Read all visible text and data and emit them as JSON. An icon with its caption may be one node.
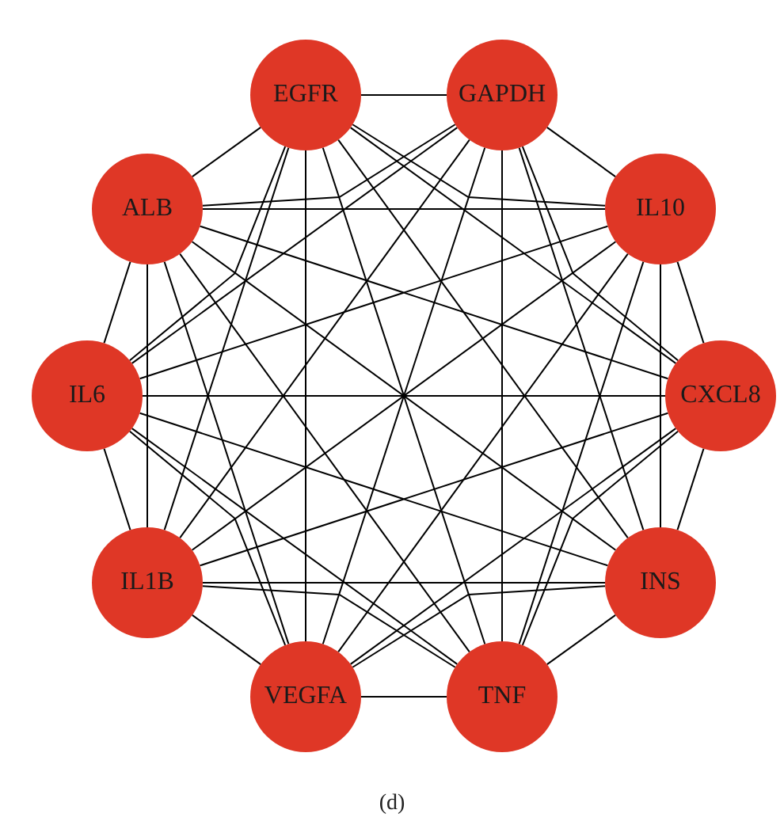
{
  "diagram": {
    "caption": "(d)",
    "nodes": [
      {
        "text": [
          "EGFR"
        ]
      },
      {
        "text": [
          "GAPDH"
        ]
      },
      {
        "text": [
          "ALB"
        ]
      },
      {
        "text": [
          "IL10"
        ]
      },
      {
        "text": [
          "IL6"
        ]
      },
      {
        "text": [
          "CXCL8"
        ]
      },
      {
        "text": [
          "IL1B"
        ]
      },
      {
        "text": [
          "INS"
        ]
      },
      {
        "text": [
          "VEGFA"
        ]
      },
      {
        "text": [
          "TNF"
        ]
      }
    ],
    "edges": [
      {
        "from": 0,
        "to": 1,
        "arrow": "none"
      },
      {
        "from": 0,
        "to": 2,
        "arrow": "none"
      },
      {
        "from": 0,
        "to": 3,
        "arrow": "none"
      },
      {
        "from": 0,
        "to": 4,
        "arrow": "none"
      },
      {
        "from": 0,
        "to": 5,
        "arrow": "none"
      },
      {
        "from": 0,
        "to": 6,
        "arrow": "none"
      },
      {
        "from": 0,
        "to": 7,
        "arrow": "none"
      },
      {
        "from": 0,
        "to": 8,
        "arrow": "none"
      },
      {
        "from": 0,
        "to": 9,
        "arrow": "none"
      },
      {
        "from": 1,
        "to": 2,
        "arrow": "none"
      },
      {
        "from": 1,
        "to": 3,
        "arrow": "none"
      },
      {
        "from": 1,
        "to": 4,
        "arrow": "none"
      },
      {
        "from": 1,
        "to": 5,
        "arrow": "none"
      },
      {
        "from": 1,
        "to": 6,
        "arrow": "none"
      },
      {
        "from": 1,
        "to": 7,
        "arrow": "none"
      },
      {
        "from": 1,
        "to": 8,
        "arrow": "none"
      },
      {
        "from": 1,
        "to": 9,
        "arrow": "none"
      },
      {
        "from": 2,
        "to": 3,
        "arrow": "none"
      },
      {
        "from": 2,
        "to": 4,
        "arrow": "none"
      },
      {
        "from": 2,
        "to": 5,
        "arrow": "none"
      },
      {
        "from": 2,
        "to": 6,
        "arrow": "none"
      },
      {
        "from": 2,
        "to": 7,
        "arrow": "none"
      },
      {
        "from": 2,
        "to": 8,
        "arrow": "none"
      },
      {
        "from": 2,
        "to": 9,
        "arrow": "none"
      },
      {
        "from": 3,
        "to": 4,
        "arrow": "none"
      },
      {
        "from": 3,
        "to": 5,
        "arrow": "none"
      },
      {
        "from": 3,
        "to": 6,
        "arrow": "none"
      },
      {
        "from": 3,
        "to": 7,
        "arrow": "none"
      },
      {
        "from": 3,
        "to": 8,
        "arrow": "none"
      },
      {
        "from": 3,
        "to": 9,
        "arrow": "none"
      },
      {
        "from": 4,
        "to": 5,
        "arrow": "none"
      },
      {
        "from": 4,
        "to": 6,
        "arrow": "none"
      },
      {
        "from": 4,
        "to": 7,
        "arrow": "none"
      },
      {
        "from": 4,
        "to": 8,
        "arrow": "none"
      },
      {
        "from": 4,
        "to": 9,
        "arrow": "none"
      },
      {
        "from": 5,
        "to": 6,
        "arrow": "none"
      },
      {
        "from": 5,
        "to": 7,
        "arrow": "none"
      },
      {
        "from": 5,
        "to": 8,
        "arrow": "none"
      },
      {
        "from": 5,
        "to": 9,
        "arrow": "none"
      },
      {
        "from": 6,
        "to": 7,
        "arrow": "none"
      },
      {
        "from": 6,
        "to": 8,
        "arrow": "none"
      },
      {
        "from": 6,
        "to": 9,
        "arrow": "none"
      },
      {
        "from": 7,
        "to": 8,
        "arrow": "none"
      },
      {
        "from": 7,
        "to": 9,
        "arrow": "none"
      },
      {
        "from": 8,
        "to": 9,
        "arrow": "none"
      }
    ]
  }
}
